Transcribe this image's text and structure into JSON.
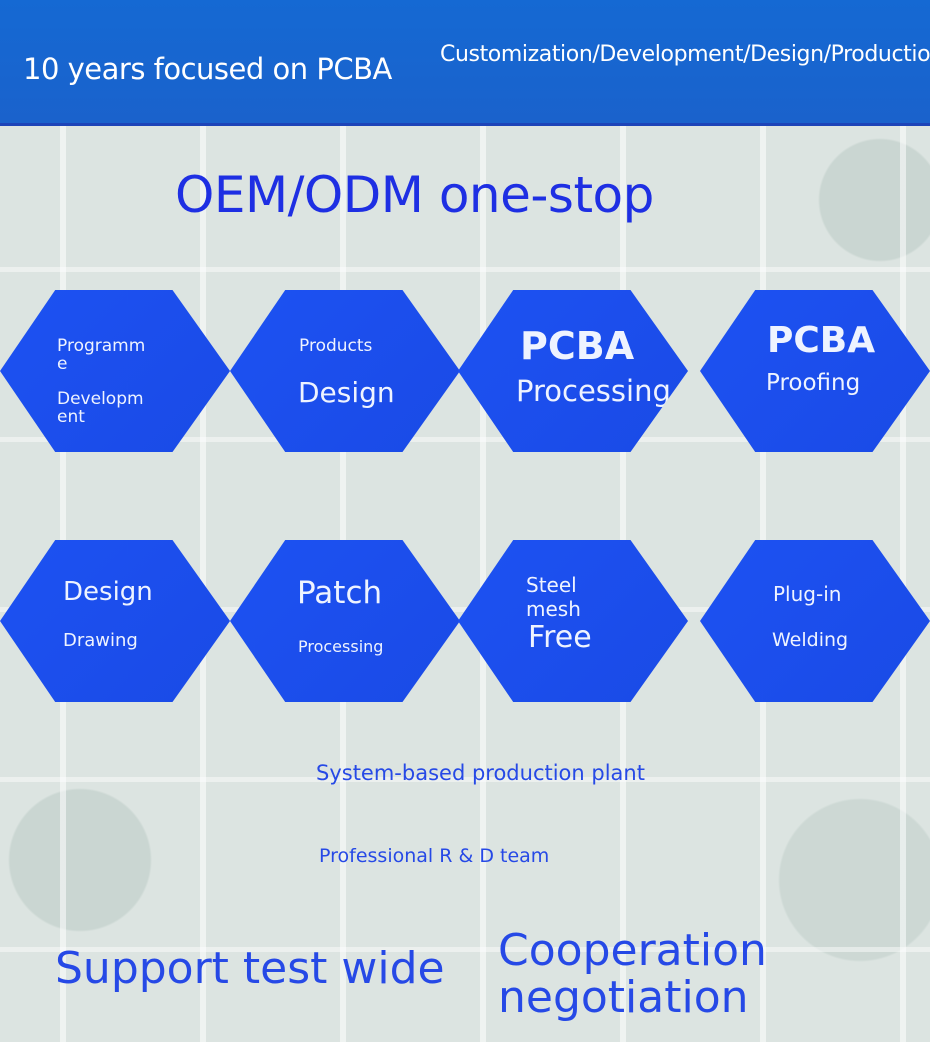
{
  "header": {
    "tagline": "10 years focused on PCBA",
    "services": "Customization/Development/Design/Production"
  },
  "title": "OEM/ODM one-stop",
  "hexagons": [
    {
      "line1": "Programme",
      "line2": "Development"
    },
    {
      "line1": "Products",
      "line2": "Design"
    },
    {
      "line1": "PCBA",
      "line2": "Processing"
    },
    {
      "line1": "PCBA",
      "line2": "Proofing"
    },
    {
      "line1": "Design",
      "line2": "Drawing"
    },
    {
      "line1": "Patch",
      "line2": "Processing"
    },
    {
      "line1": "Steel",
      "line2": "mesh",
      "line3": "Free"
    },
    {
      "line1": "Plug-in",
      "line2": "Welding"
    }
  ],
  "features": {
    "plant": "System-based production plant",
    "team": "Professional R & D team",
    "support": "Support test wide",
    "coop_line1": "Cooperation",
    "coop_line2": "negotiation"
  },
  "colors": {
    "accent": "#1d52f2",
    "header": "#1569d3",
    "text_blue": "#2649e6"
  }
}
